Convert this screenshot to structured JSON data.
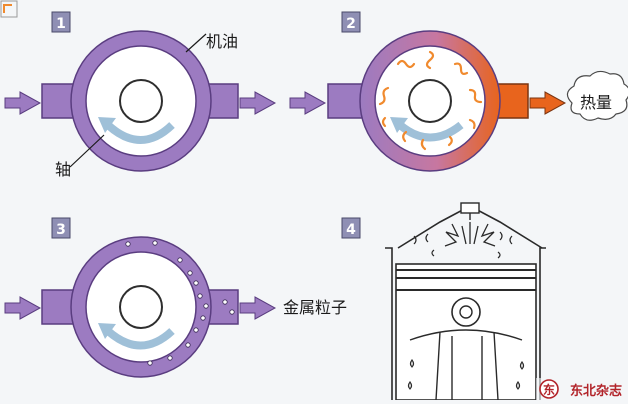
{
  "panels": [
    {
      "number": "1",
      "labels": {
        "oil": "机油",
        "shaft": "轴"
      }
    },
    {
      "number": "2",
      "labels": {
        "heat": "热量"
      }
    },
    {
      "number": "3",
      "labels": {
        "metal": "金属粒子"
      }
    },
    {
      "number": "4",
      "labels": {}
    }
  ],
  "watermark": {
    "text": "东北杂志"
  },
  "colors": {
    "purple": "#9c7bc1",
    "purple_dark": "#5a3d80",
    "orange": "#e8641d",
    "bearing_blue": "#9fc0d8",
    "badge_bg": "#8f8fb4",
    "heat_orange": "#f08a2e"
  }
}
